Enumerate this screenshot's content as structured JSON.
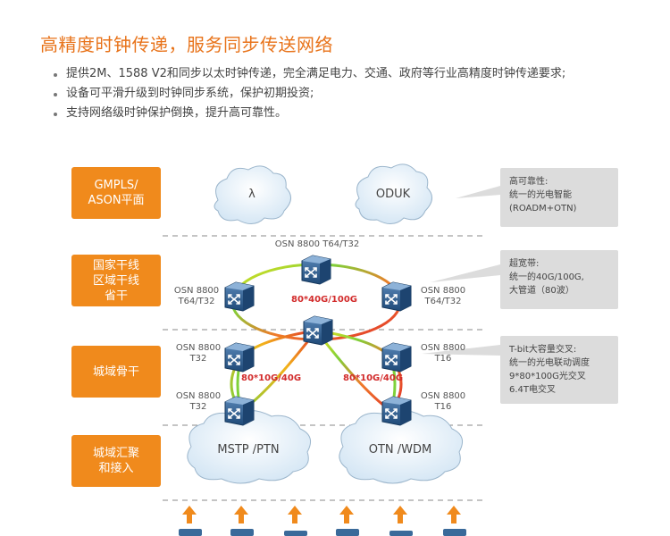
{
  "header": {
    "title": "高精度时钟传递，服务同步传送网络",
    "bullets": [
      "提供2M、1588 V2和同步以太时钟传递，完全满足电力、交通、政府等行业高精度时钟传递要求;",
      "设备可平滑升级到时钟同步系统，保护初期投资;",
      "支持网络级时钟保护倒换，提升高可靠性。"
    ]
  },
  "layers": [
    {
      "label": "GMPLS/\nASON平面"
    },
    {
      "label": "国家干线\n区域干线\n省干"
    },
    {
      "label": "城域骨干"
    },
    {
      "label": "城域汇聚\n和接入"
    }
  ],
  "clouds_top": [
    {
      "label": "λ"
    },
    {
      "label": "ODUK"
    }
  ],
  "clouds_bottom": [
    {
      "label": "MSTP /PTN"
    },
    {
      "label": "OTN /WDM"
    }
  ],
  "notes": [
    {
      "text": "高可靠性:\n统一的光电智能\n(ROADM+OTN)"
    },
    {
      "text": "超宽带:\n统一的40G/100G,\n大管道（80波）"
    },
    {
      "text": "T-bit大容量交叉:\n统一的光电联动调度\n9*80*100G光交叉\n6.4T电交叉"
    }
  ],
  "nodes": {
    "top": "OSN 8800 T64/T32",
    "left": "OSN 8800\nT64/T32",
    "right": "OSN 8800\nT64/T32",
    "metro_left_upper": "OSN 8800\nT32",
    "metro_right_upper": "OSN 8800\nT16",
    "metro_left_lower": "OSN 8800\nT32",
    "metro_right_lower": "OSN 8800\nT16"
  },
  "rings": {
    "backbone": "80*40G/100G",
    "metro_left": "80*10G/40G",
    "metro_right": "80*10G/40G"
  },
  "colors": {
    "accent": "#f08a1c",
    "title": "#e8731a",
    "router": "#2f5d8a",
    "arrow": "#f08a1c"
  }
}
